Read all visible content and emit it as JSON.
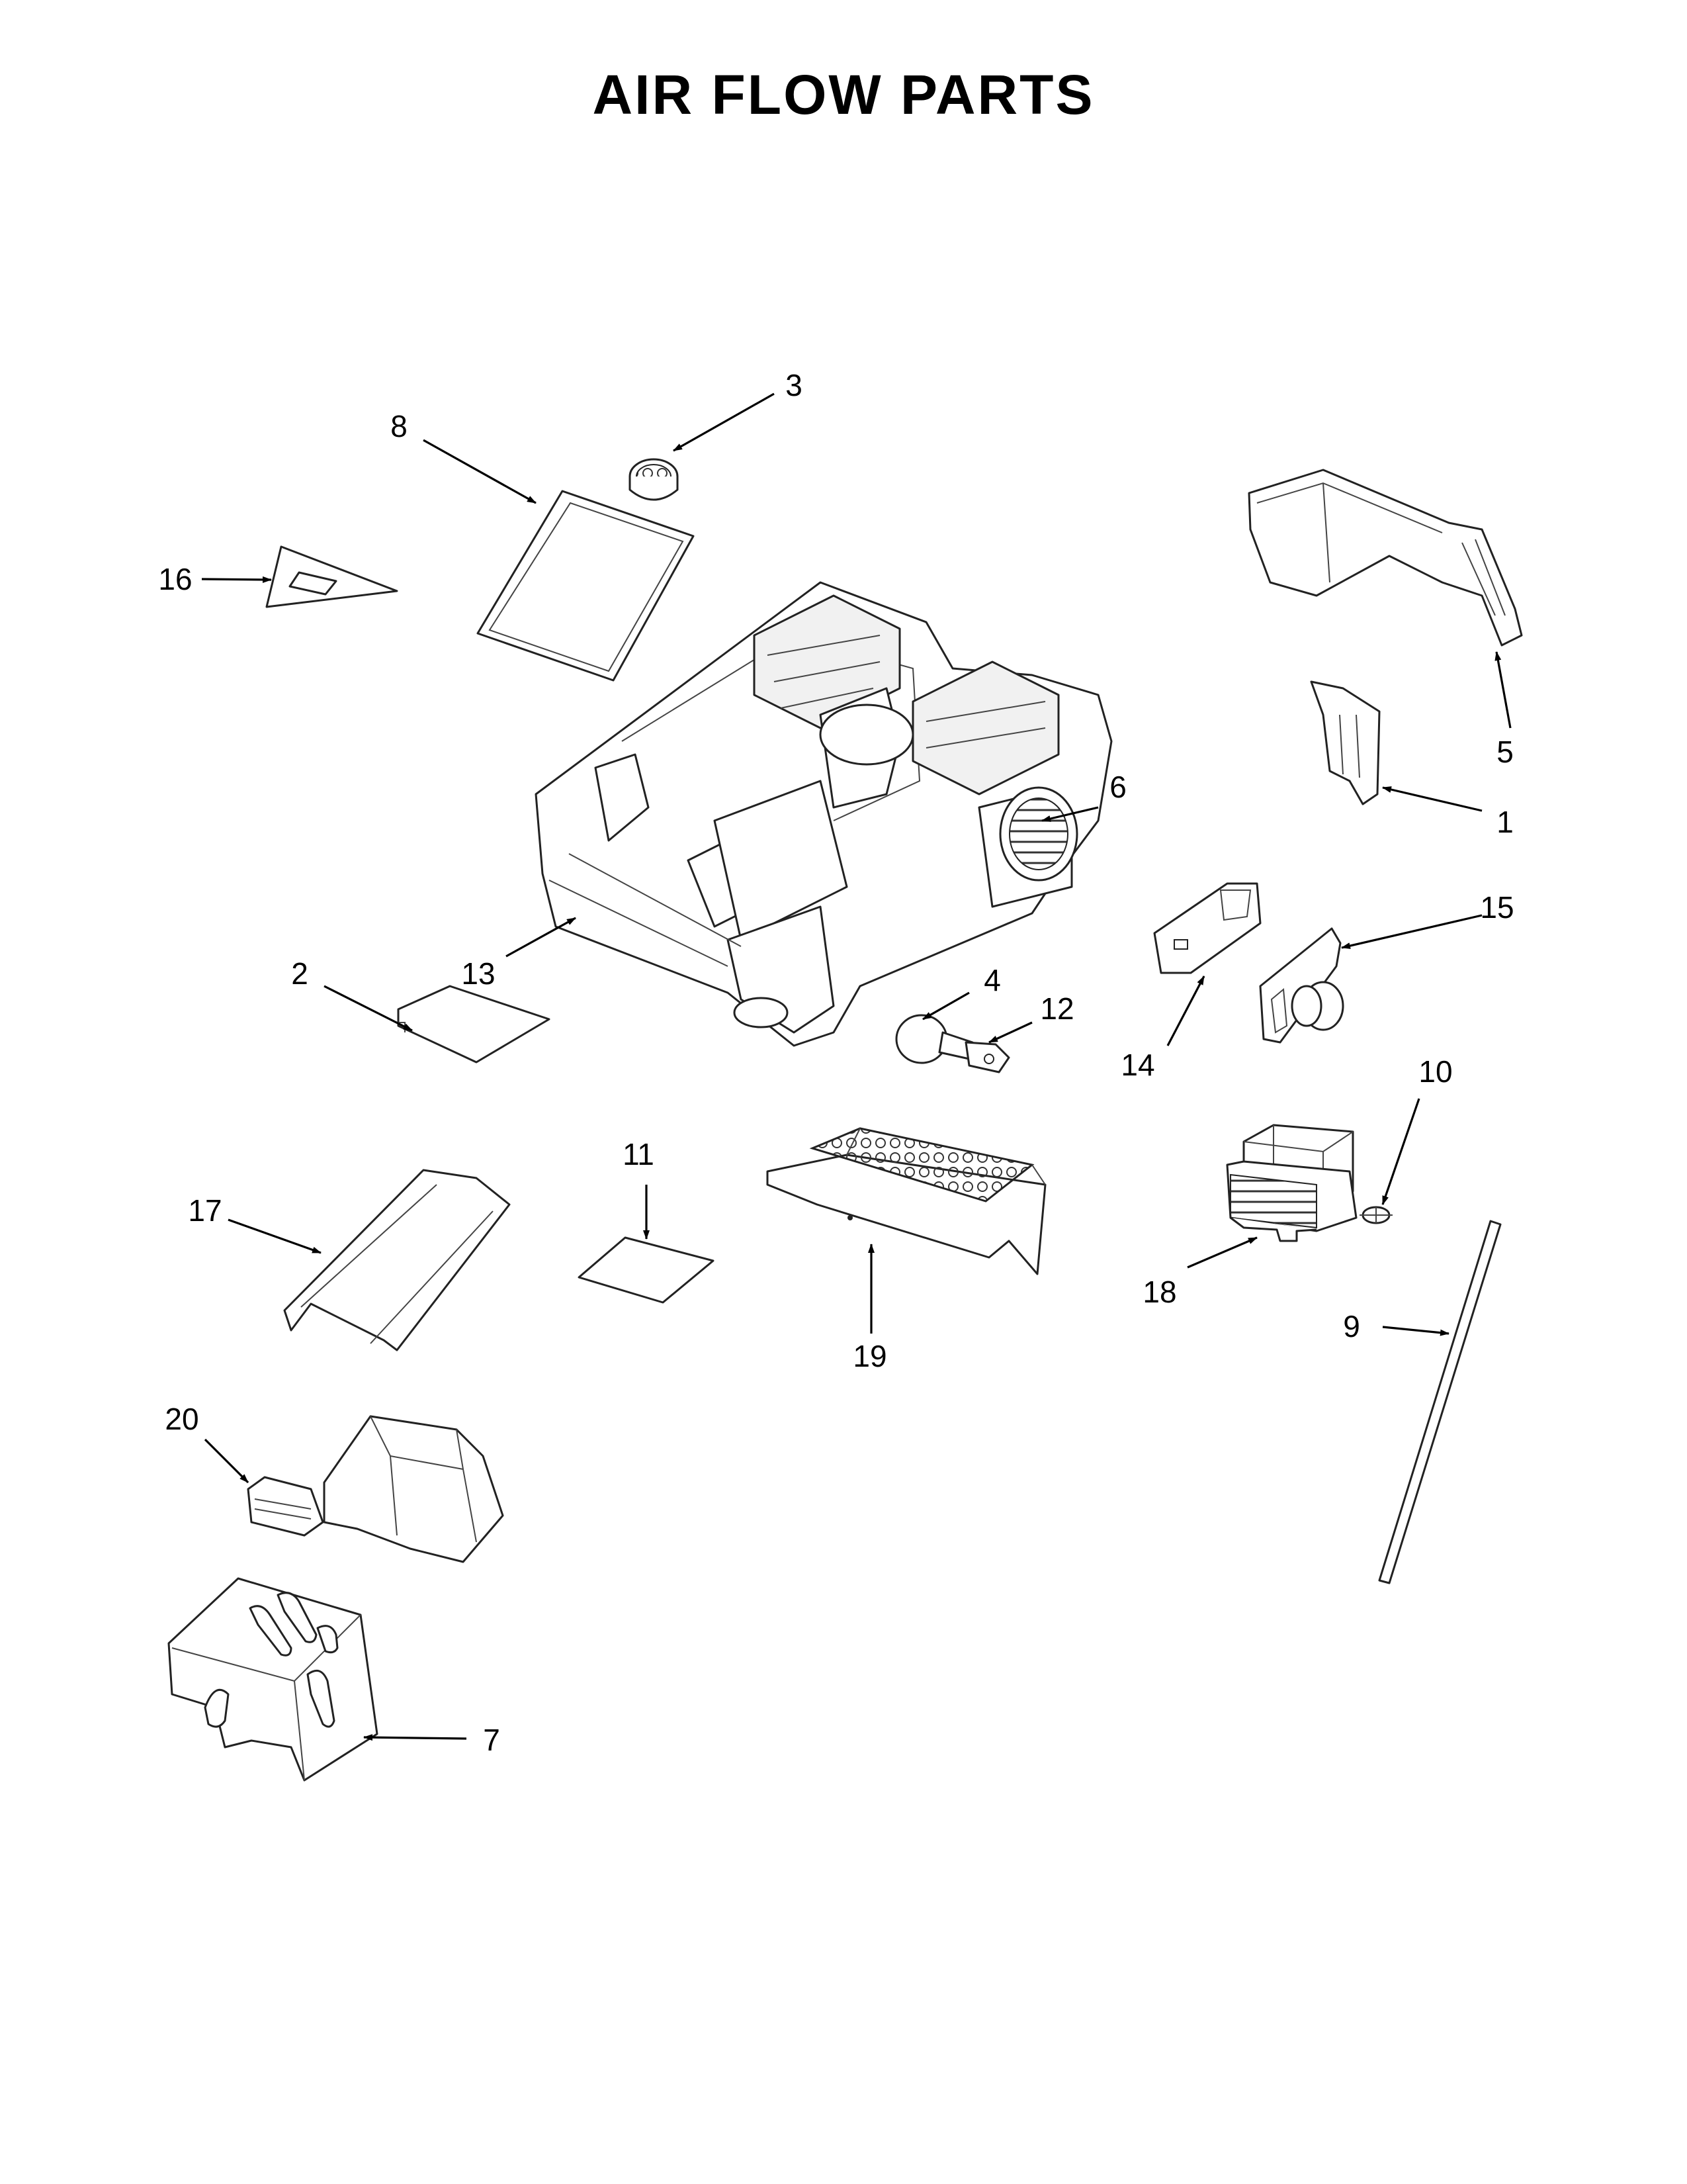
{
  "page": {
    "title": "AIR FLOW PARTS"
  },
  "callouts": [
    {
      "id": "c1",
      "number": "1"
    },
    {
      "id": "c2",
      "number": "2"
    },
    {
      "id": "c3",
      "number": "3"
    },
    {
      "id": "c4",
      "number": "4"
    },
    {
      "id": "c5",
      "number": "5"
    },
    {
      "id": "c6",
      "number": "6"
    },
    {
      "id": "c7",
      "number": "7"
    },
    {
      "id": "c8",
      "number": "8"
    },
    {
      "id": "c9",
      "number": "9"
    },
    {
      "id": "c10",
      "number": "10"
    },
    {
      "id": "c11",
      "number": "11"
    },
    {
      "id": "c12",
      "number": "12"
    },
    {
      "id": "c13",
      "number": "13"
    },
    {
      "id": "c14",
      "number": "14"
    },
    {
      "id": "c15",
      "number": "15"
    },
    {
      "id": "c16",
      "number": "16"
    },
    {
      "id": "c17",
      "number": "17"
    },
    {
      "id": "c18",
      "number": "18"
    },
    {
      "id": "c19",
      "number": "19"
    },
    {
      "id": "c20",
      "number": "20"
    }
  ]
}
